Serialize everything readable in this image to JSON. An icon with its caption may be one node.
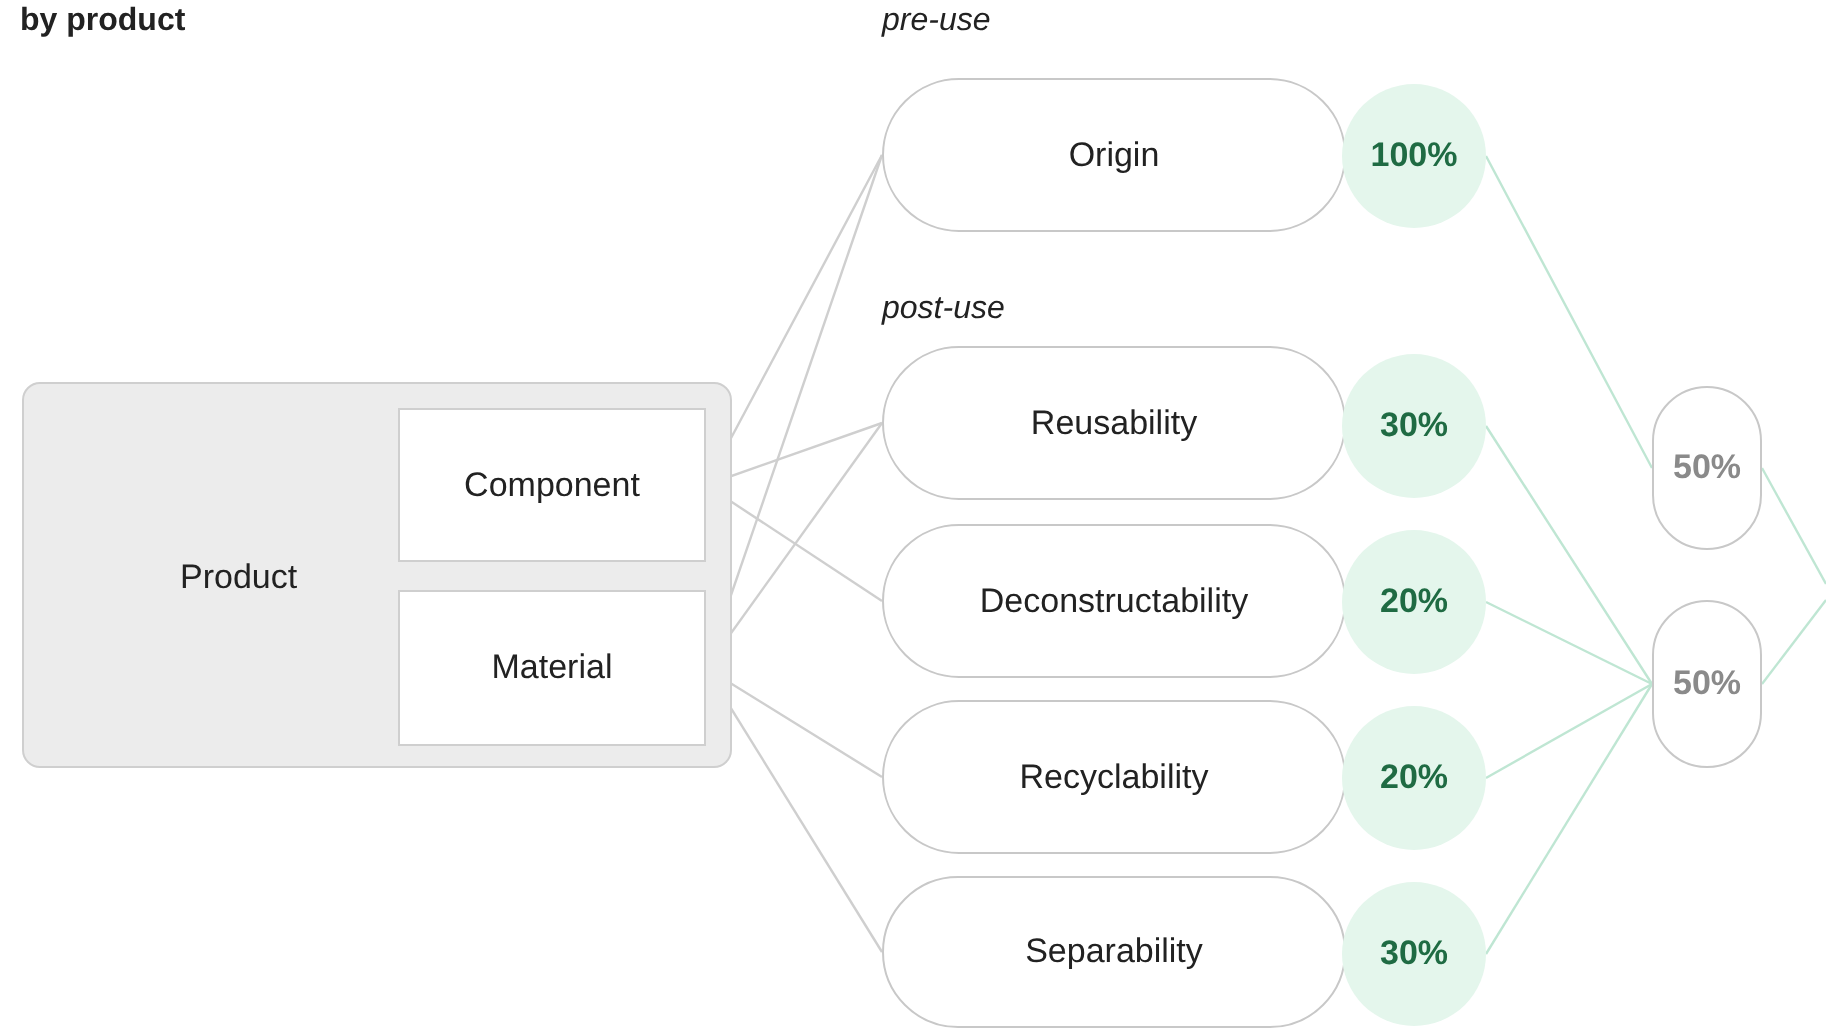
{
  "diagram": {
    "nodes": [
      {
        "text": [
          "Product"
        ]
      },
      {
        "text": [
          "Component"
        ],
        "in": 0
      },
      {
        "text": [
          "Material"
        ],
        "in": 0
      },
      {
        "text": [
          "Origin"
        ]
      },
      {
        "text": [
          "Reusability"
        ]
      },
      {
        "text": [
          "Deconstructability"
        ]
      },
      {
        "text": [
          "Recyclability"
        ]
      },
      {
        "text": [
          "Separability"
        ]
      },
      {
        "text": [
          "100%"
        ]
      },
      {
        "text": [
          "30%"
        ]
      },
      {
        "text": [
          "20%"
        ]
      },
      {
        "text": [
          "20%"
        ]
      },
      {
        "text": [
          "30%"
        ]
      },
      {
        "text": [
          "50%"
        ]
      },
      {
        "text": [
          "50%"
        ]
      }
    ],
    "edges": [
      {
        "from": 1,
        "to": 3,
        "arrow": "none"
      },
      {
        "from": 1,
        "to": 4,
        "arrow": "none"
      },
      {
        "from": 1,
        "to": 5,
        "arrow": "none"
      },
      {
        "from": 2,
        "to": 3,
        "arrow": "none"
      },
      {
        "from": 2,
        "to": 4,
        "arrow": "none"
      },
      {
        "from": 2,
        "to": 6,
        "arrow": "none"
      },
      {
        "from": 2,
        "to": 7,
        "arrow": "none"
      },
      {
        "from": 8,
        "to": 13,
        "arrow": "none",
        "color": "#bfe6d3"
      },
      {
        "from": 9,
        "to": 14,
        "arrow": "none",
        "color": "#bfe6d3"
      },
      {
        "from": 10,
        "to": 14,
        "arrow": "none",
        "color": "#bfe6d3"
      },
      {
        "from": 11,
        "to": 14,
        "arrow": "none",
        "color": "#bfe6d3"
      },
      {
        "from": 12,
        "to": 14,
        "arrow": "none",
        "color": "#bfe6d3"
      },
      {
        "from": 13,
        "to": null,
        "arrow": "none",
        "color": "#bfe6d3"
      },
      {
        "from": 14,
        "to": null,
        "arrow": "none",
        "color": "#bfe6d3"
      }
    ],
    "labels": [
      "by product",
      "pre-use",
      "post-use"
    ]
  }
}
